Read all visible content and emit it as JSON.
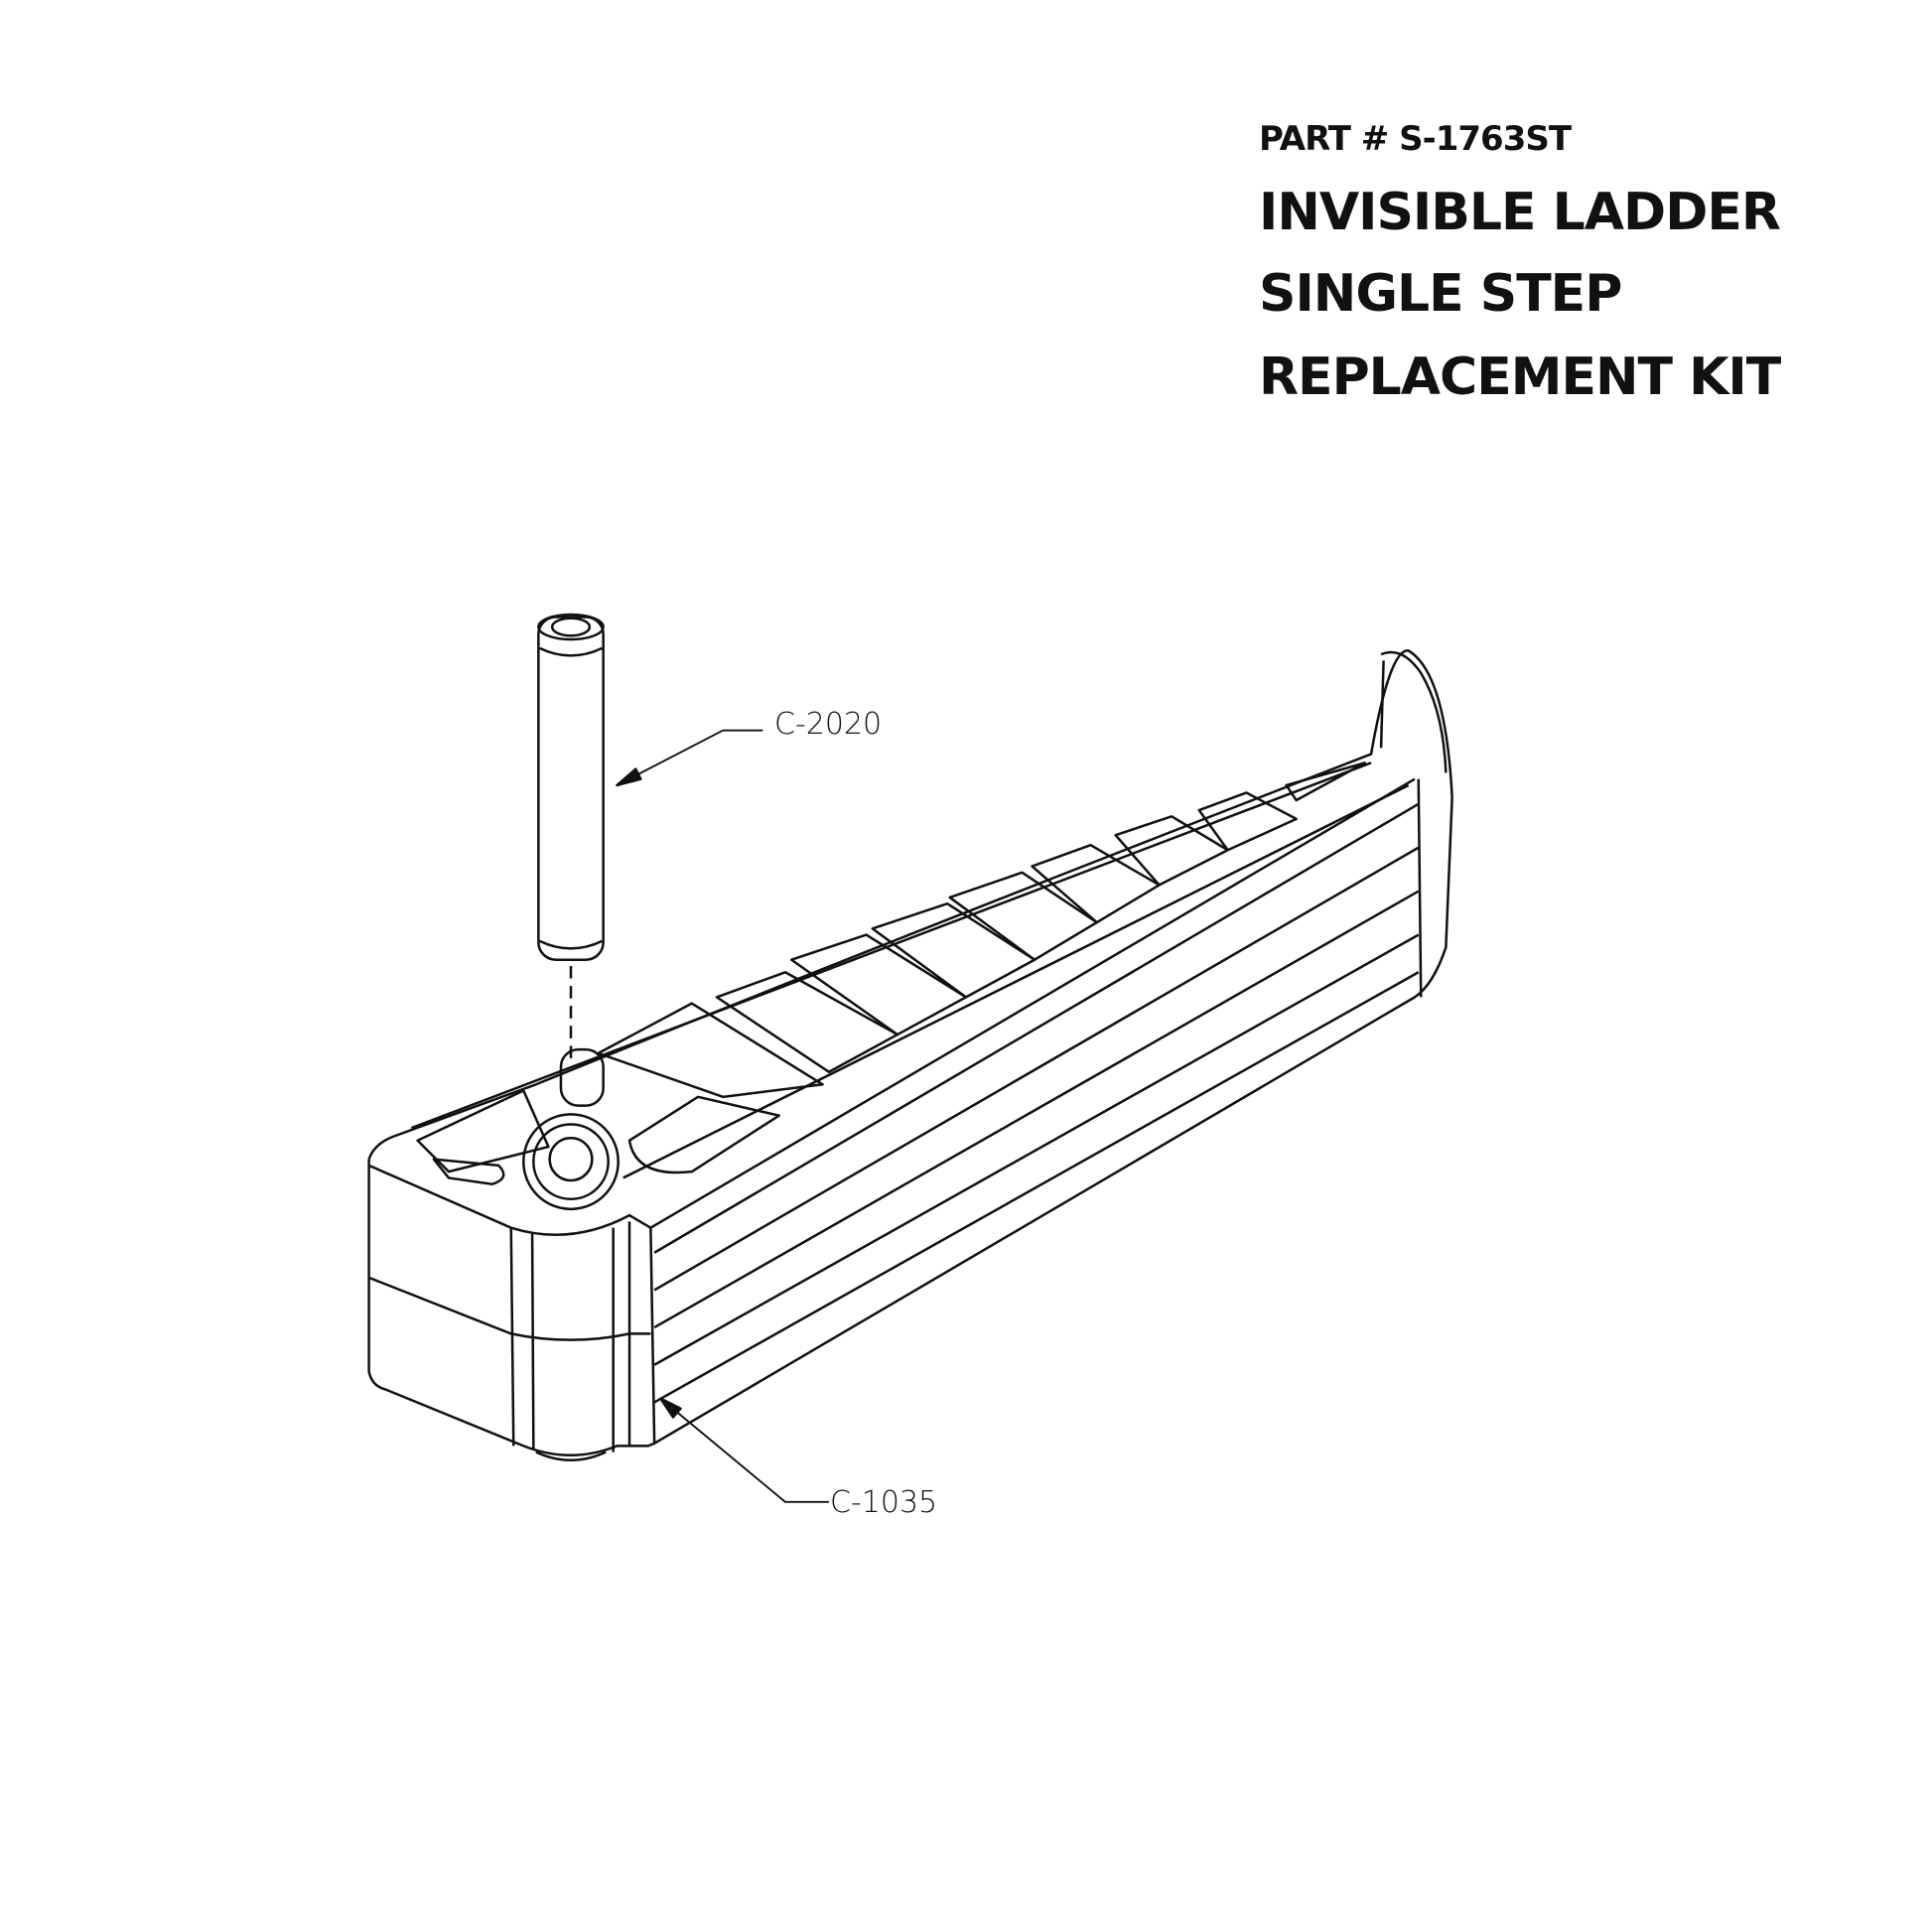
{
  "header": {
    "part_number": "PART #  S-1763ST",
    "title_lines": [
      "INVISIBLE LADDER",
      "SINGLE STEP",
      "REPLACEMENT KIT"
    ]
  },
  "callouts": {
    "pin": "C-2020",
    "step": "C-1035"
  }
}
